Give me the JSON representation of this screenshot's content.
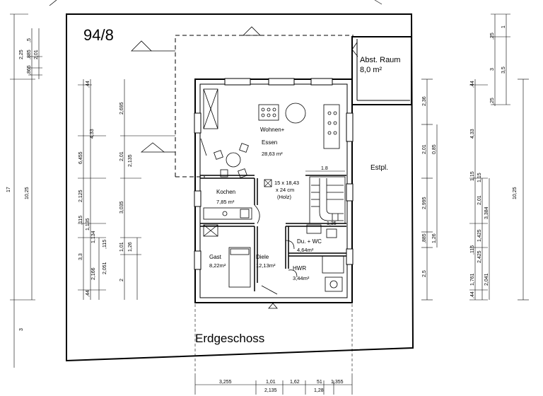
{
  "plot_number": "94/8",
  "floor_title": "Erdgeschoss",
  "annex_room": {
    "name": "Abst. Raum",
    "area": "8,0 m²"
  },
  "parking_label": "Estpl.",
  "rooms": {
    "living": {
      "name_line1": "Wohnen+",
      "name_line2": "Essen",
      "area": "28,63 m²"
    },
    "kitchen": {
      "name": "Kochen",
      "area": "7,85 m²"
    },
    "guest": {
      "name": "Gast",
      "area": "8,22m²"
    },
    "hall": {
      "name": "Diele",
      "area": "12,13m²"
    },
    "bath": {
      "name": "Du. + WC",
      "area": "4,64m²"
    },
    "utility": {
      "name": "HWR",
      "area": "3,44m²"
    }
  },
  "chimney": {
    "line1": "15 x 18,43",
    "line2": "x 24 cm",
    "line3": "(Holz)"
  },
  "interior_dims": {
    "stair_width": "1.8",
    "small": "1,35"
  },
  "bottom_dims": [
    "3,255",
    "1,01",
    "1,62",
    "51",
    "1,355"
  ],
  "bottom_dims_lower": [
    "2,135",
    "1,28"
  ],
  "left_outer_dims": [
    "2,25",
    "17",
    "3",
    "10,25"
  ],
  "left_small_dims": [
    ",885",
    ",5",
    "2,01",
    ",865"
  ],
  "left_mid_dims": [
    "6,455",
    "2,125",
    "3,3",
    ",115"
  ],
  "left_inner_dims": [
    ",44",
    "4,33",
    "1,135",
    "2,166",
    "1,134",
    ",44"
  ],
  "left_inner2_dims": [
    "2,695",
    "2,01",
    "2,135",
    "3,035",
    "1,01",
    "2,051",
    ",115",
    "1,26",
    "2"
  ],
  "right_dims_a": [
    "2,36",
    "2,01",
    "0,85",
    "2,995",
    ",885",
    "1,26",
    "2,5"
  ],
  "right_dims_b": [
    ",44",
    "4,33",
    "1,15",
    "1,425",
    "2,425",
    "1,761",
    ",115",
    ",44"
  ],
  "right_dims_c": [
    "2,01",
    "3,384",
    "1,15",
    "2,041"
  ],
  "right_dims_d": [
    "3,5",
    "3",
    "1",
    ",25",
    ",25"
  ],
  "right_outer_dim": "10,25"
}
